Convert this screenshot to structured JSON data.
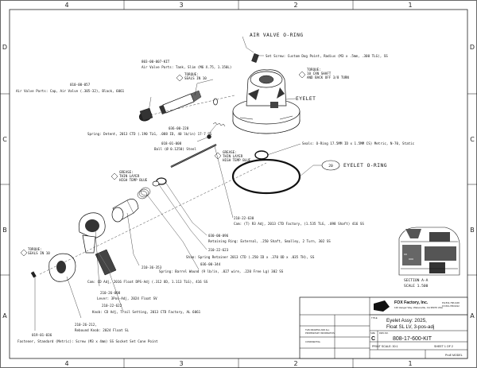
{
  "sheet": {
    "zones_top": [
      "4",
      "3",
      "2",
      "1"
    ],
    "zones_side": [
      "D",
      "C",
      "B",
      "A"
    ]
  },
  "callouts": {
    "air_valve_oring": "AIR VALVE O-RING",
    "eyelet": "EYELET",
    "eyelet_oring": "EYELET O-RING",
    "eyelet_oring_num": "20",
    "section_title": "SECTION  A-A",
    "section_scale": "SCALE  1.500"
  },
  "notes": {
    "torque1": "TORQUE:",
    "torque1b": "SEALS IN 10",
    "torque2": "TORQUE:",
    "torque2b": "10 CAN SHAFT",
    "torque2c": "AND BACK OFF 3/8 TURN",
    "grease1": "GREASE:",
    "grease1b": "THIN LAYER",
    "grease1c": "HIGH TEMP BLUE",
    "grease2": "GREASE:",
    "grease2b": "THIN LAYER",
    "grease2c": "HIGH TEMP BLUE",
    "torque3": "TORQUE:",
    "torque3b": "SEALS IN 10"
  },
  "labels": {
    "set_screw": "Set Screw: Custom Dog Point, Radius (M3 x .5mm, .300 TLG), SS",
    "kit_num": "803-00-007-KIT",
    "air_valve_parts": "Air Valve Parts: Tank, Slim (M6 X.75, 1.150L)",
    "cap_num": "010-00-057",
    "cap": "Air Valve Parts: Cap, Air Valve (.305-32), Black, 6061",
    "detent_num": "036-00-228",
    "detent": "Spring: Detent, 2013 CTD (.190 TLG, .088 ID, 40 lb/in) 17-7 SS",
    "ball_num": "018-01-008",
    "ball": "Ball (Ø 0.1250) Steel",
    "seals": "Seals: O-Ring 17.5MM ID x 1.5MM CS) Metric, N-70, Static",
    "cam_num": "210-22-630",
    "cam": "Cam: (T) R3 Adj, 2013 CTD Factory, (1.535 TLG, .098 Shaft) 416 SS",
    "ring_num": "030-00-096",
    "ring": "Retaining Ring: External, .250 Shaft, Smalley, 2 Turn, 302 SS",
    "shim_num": "210-22-623",
    "shim": "Shim: Spring Retainer 2013 CTD (.250 ID x .370 OD x .035 TH), SS",
    "wave_num": "036-00-344",
    "wave": "Spring: Barrel Wound (9 lb/in, .027 wire, .220 Free Lg) 302 SS",
    "cd_num": "210-36-353",
    "cd": "Cam: CD Adj, 2016 Float DPS-Adj (.312 OD, 1.113 TLG), 416 SS",
    "lever_num": "210-26-008",
    "lever": "Lever: 3Pos-Adj, 2024 Float SV",
    "trail_num": "210-22-622",
    "trail": "Knob: CD Adj, Trail Setting, 2013 CTD Factory, AL 6061",
    "rebound_num": "210-26-212,",
    "rebound": "Rebound Knob: 2024 Float SL",
    "fastener_num": "019-01-036",
    "fastener": "Fastener, Standard (Metric): Screw (M3 x 4mm) SS Socket Set Cone Point"
  },
  "title_block": {
    "company": "FOX Factory, Inc.",
    "address": "130 Hangar Way, Watsonville, CA 95076 USA",
    "phone": "PH 831-768-1100",
    "fax": "FX 831-768-9312",
    "title_label": "TITLE",
    "title1": "Eyelet Assy: 2025,",
    "title2": "Float SL LV, 3-pos-adj",
    "size_label": "SIZE",
    "size": "C",
    "dwg_label": "DWG NO.",
    "dwg_no": "808-17-600-KIT",
    "scale": "PRINT SCALE:  30:1",
    "sheet": "SHEET 1 OF 2",
    "disclaimer1": "THIS DRAWING AND ALL",
    "disclaimer2": "PROPRIETARY INFORMATION",
    "disclaimer3": "CONFIDENTIAL",
    "logo": "FOX",
    "proe": "ProE  MODEL"
  }
}
